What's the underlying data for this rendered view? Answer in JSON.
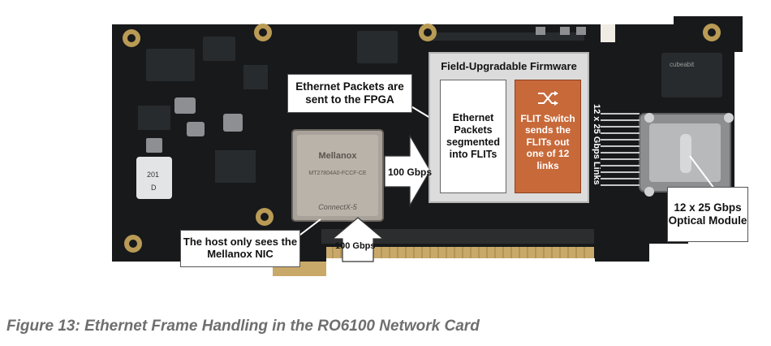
{
  "card": {
    "chip_brand": "Mellanox",
    "chip_part": "MT27804A0-FCCF-CE",
    "chip_model": "ConnectX-5",
    "board_label": "cubeabit",
    "module_label": "201",
    "module_sub": "D"
  },
  "callouts": {
    "fpga_text": "Ethernet Packets are sent to the FPGA",
    "host_text": "The host only sees the Mellanox NIC",
    "optical_text": "12 x 25 Gbps Optical Module"
  },
  "firmware": {
    "title": "Field-Upgradable Firmware",
    "segment_text": "Ethernet Packets segmented into FLITs",
    "switch_text": "FLIT Switch sends the FLITs out one of 12 links",
    "switch_icon": "shuffle-arrows-icon"
  },
  "arrows": {
    "right_label": "100 Gbps",
    "up_label": "100 Gbps",
    "links_label": "12 x 25 Gbps Links"
  },
  "caption": "Figure 13: Ethernet Frame Handling in the RO6100 Network Card"
}
